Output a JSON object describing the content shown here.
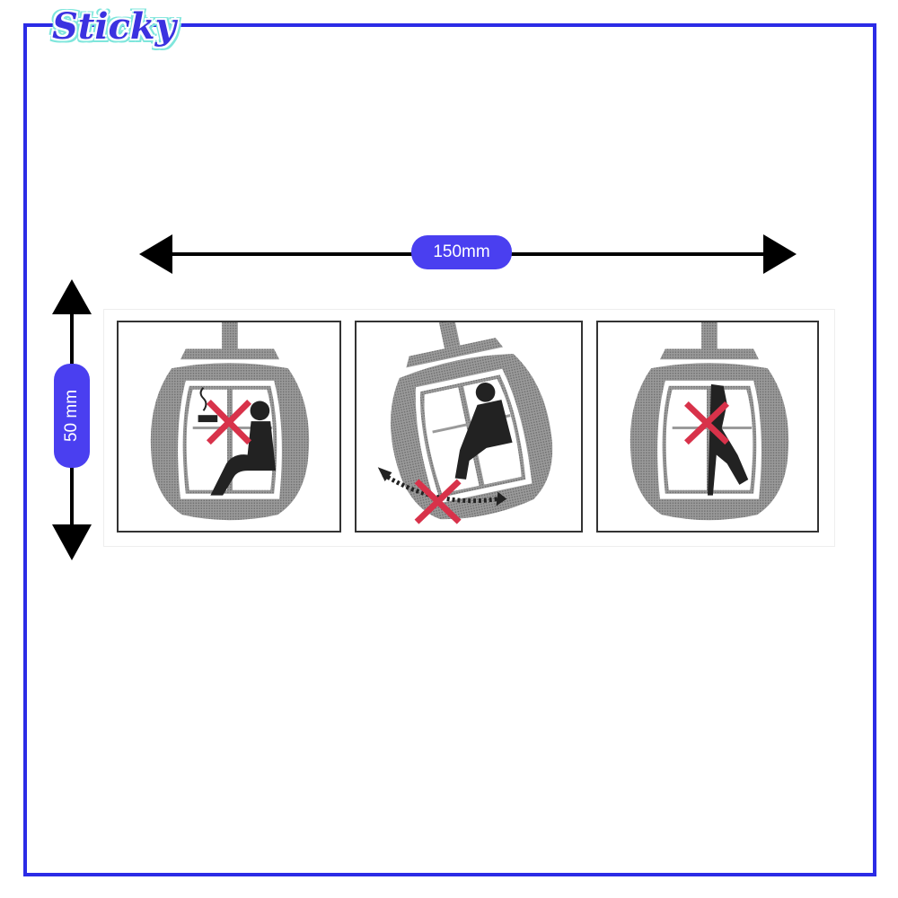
{
  "brand": {
    "logo_text": "Sticky"
  },
  "dimensions": {
    "width_label": "150mm",
    "height_label": "50 mm"
  },
  "colors": {
    "frame": "#2b2be6",
    "pill": "#4a3ff0",
    "cross": "#d8324a",
    "gondola": "#8a8a8a"
  },
  "panels": [
    {
      "icon": "no-smoking-icon"
    },
    {
      "icon": "no-rocking-icon"
    },
    {
      "icon": "no-leaning-out-icon"
    }
  ]
}
